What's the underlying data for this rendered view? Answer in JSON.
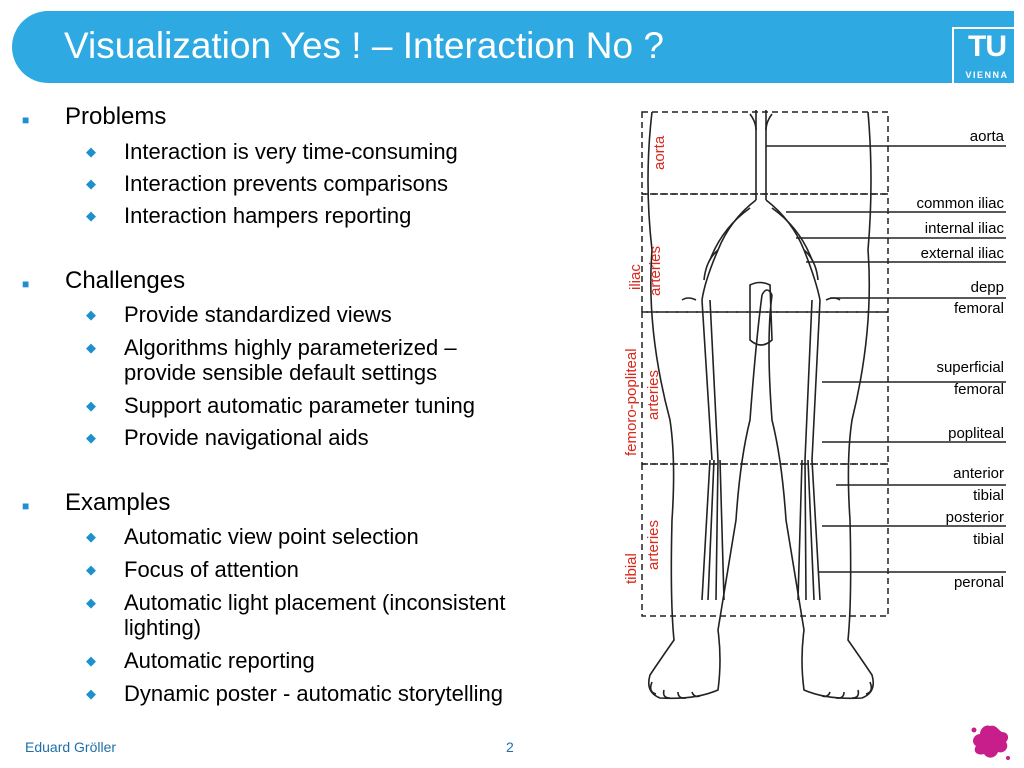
{
  "slide": {
    "title": "Visualization Yes ! – Interaction No ?",
    "logo": {
      "main": "TU",
      "sub": "VIENNA"
    },
    "sections": [
      {
        "heading": "Problems",
        "items": [
          "Interaction is very time-consuming",
          "Interaction prevents comparisons",
          "Interaction hampers reporting"
        ]
      },
      {
        "heading": "Challenges",
        "items": [
          "Provide standardized views",
          "Algorithms highly parameterized –",
          "provide sensible default settings",
          "Support automatic parameter tuning",
          "Provide navigational aids"
        ]
      },
      {
        "heading": "Examples",
        "items": [
          "Automatic view point selection",
          "Focus of attention",
          "Automatic light placement (inconsistent",
          "lighting)",
          "Automatic reporting",
          "Dynamic poster - automatic storytelling"
        ]
      }
    ],
    "figure": {
      "regions": [
        "aorta",
        "iliac",
        "arteries",
        "femoro-popliteal",
        "arteries",
        "tibial",
        "arteries"
      ],
      "labels": [
        "aorta",
        "common iliac",
        "internal iliac",
        "external iliac",
        "depp",
        "femoral",
        "superficial",
        "femoral",
        "popliteal",
        "anterior",
        "tibial",
        "posterior",
        "tibial",
        "peronal"
      ]
    },
    "footer": {
      "author": "Eduard Gröller",
      "page": "2"
    },
    "colors": {
      "header": "#2ea9e1",
      "bullet": "#1f8fd0",
      "region_text": "#d9281c",
      "splat": "#c81e8c"
    }
  }
}
